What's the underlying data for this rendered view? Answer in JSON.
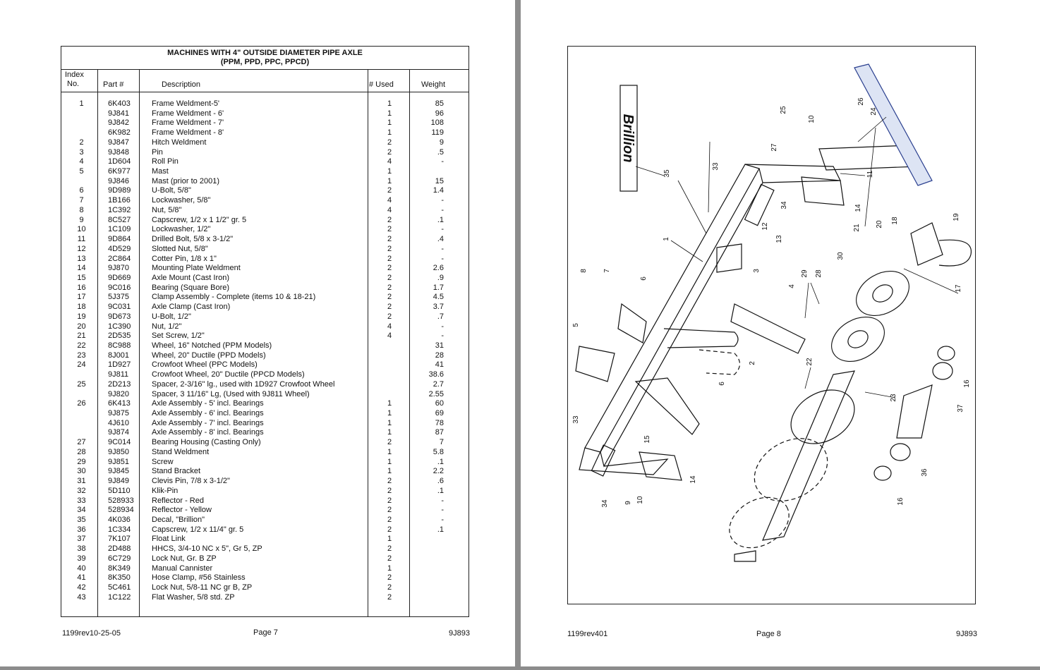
{
  "left_page": {
    "table": {
      "title": "MACHINES WITH 4\" OUTSIDE DIAMETER PIPE AXLE",
      "subtitle": "(PPM, PPD, PPC, PPCD)",
      "headers": {
        "index_line1": "Index",
        "index_line2": "No.",
        "part": "Part #",
        "description": "Description",
        "used": "# Used",
        "weight": "Weight"
      },
      "rows": [
        [
          "1",
          "6K403",
          "Frame Weldment-5'",
          "1",
          "85"
        ],
        [
          "",
          "9J841",
          "Frame Weldment - 6'",
          "1",
          "96"
        ],
        [
          "",
          "9J842",
          "Frame Weldment - 7'",
          "1",
          "108"
        ],
        [
          "",
          "6K982",
          "Frame Weldment - 8'",
          "1",
          "119"
        ],
        [
          "2",
          "9J847",
          "Hitch Weldment",
          "2",
          "9"
        ],
        [
          "3",
          "9J848",
          "Pin",
          "2",
          ".5"
        ],
        [
          "4",
          "1D604",
          "Roll Pin",
          "4",
          "-"
        ],
        [
          "5",
          "6K977",
          "Mast",
          "1",
          ""
        ],
        [
          "",
          "9J846",
          "Mast (prior to 2001)",
          "1",
          "15"
        ],
        [
          "6",
          "9D989",
          "U-Bolt, 5/8\"",
          "2",
          "1.4"
        ],
        [
          "7",
          "1B166",
          "Lockwasher, 5/8\"",
          "4",
          "-"
        ],
        [
          "8",
          "1C392",
          "Nut, 5/8\"",
          "4",
          "-"
        ],
        [
          "9",
          "8C527",
          "Capscrew, 1/2 x 1 1/2\" gr. 5",
          "2",
          ".1"
        ],
        [
          "10",
          "1C109",
          "Lockwasher, 1/2\"",
          "2",
          "-"
        ],
        [
          "11",
          "9D864",
          "Drilled Bolt, 5/8 x 3-1/2\"",
          "2",
          ".4"
        ],
        [
          "12",
          "4D529",
          "Slotted Nut, 5/8\"",
          "2",
          "-"
        ],
        [
          "13",
          "2C864",
          "Cotter Pin, 1/8 x 1\"",
          "2",
          "-"
        ],
        [
          "14",
          "9J870",
          "Mounting Plate Weldment",
          "2",
          "2.6"
        ],
        [
          "15",
          "9D669",
          "Axle Mount (Cast Iron)",
          "2",
          ".9"
        ],
        [
          "16",
          "9C016",
          "Bearing (Square Bore)",
          "2",
          "1.7"
        ],
        [
          "17",
          "5J375",
          "Clamp Assembly - Complete (items 10 & 18-21)",
          "2",
          "4.5"
        ],
        [
          "18",
          "9C031",
          "Axle Clamp (Cast Iron)",
          "2",
          "3.7"
        ],
        [
          "19",
          "9D673",
          "U-Bolt, 1/2\"",
          "2",
          ".7"
        ],
        [
          "20",
          "1C390",
          "Nut, 1/2\"",
          "4",
          "-"
        ],
        [
          "21",
          "2D535",
          "Set Screw, 1/2\"",
          "4",
          "-"
        ],
        [
          "22",
          "8C988",
          "Wheel, 16\" Notched (PPM Models)",
          "",
          "31"
        ],
        [
          "23",
          "8J001",
          "Wheel, 20\" Ductile (PPD Models)",
          "",
          "28"
        ],
        [
          "24",
          "1D927",
          "Crowfoot Wheel (PPC Models)",
          "",
          "41"
        ],
        [
          "",
          "9J811",
          "Crowfoot Wheel, 20\" Ductile (PPCD Models)",
          "",
          "38.6"
        ],
        [
          "25",
          "2D213",
          "Spacer, 2-3/16\" lg., used with 1D927 Crowfoot Wheel",
          "",
          "2.7"
        ],
        [
          "",
          "9J820",
          "Spacer, 3 11/16\" Lg, (Used with 9J811 Wheel)",
          "",
          "2.55"
        ],
        [
          "26",
          "6K413",
          "Axle Assembly - 5' incl. Bearings",
          "1",
          "60"
        ],
        [
          "",
          "9J875",
          "Axle Assembly - 6' incl. Bearings",
          "1",
          "69"
        ],
        [
          "",
          "4J610",
          "Axle Assembly - 7' incl. Bearings",
          "1",
          "78"
        ],
        [
          "",
          "9J874",
          "Axle Assembly - 8' incl. Bearings",
          "1",
          "87"
        ],
        [
          "27",
          "9C014",
          "Bearing Housing (Casting Only)",
          "2",
          "7"
        ],
        [
          "28",
          "9J850",
          "Stand Weldment",
          "1",
          "5.8"
        ],
        [
          "29",
          "9J851",
          "Screw",
          "1",
          ".1"
        ],
        [
          "30",
          "9J845",
          "Stand Bracket",
          "1",
          "2.2"
        ],
        [
          "31",
          "9J849",
          "Clevis Pin, 7/8 x 3-1/2\"",
          "2",
          ".6"
        ],
        [
          "32",
          "5D110",
          "Klik-Pin",
          "2",
          ".1"
        ],
        [
          "33",
          "528933",
          "Reflector - Red",
          "2",
          "-"
        ],
        [
          "34",
          "528934",
          "Reflector - Yellow",
          "2",
          "-"
        ],
        [
          "35",
          "4K036",
          "Decal, \"Brillion\"",
          "2",
          "-"
        ],
        [
          "36",
          "1C334",
          "Capscrew, 1/2 x 11/4\" gr. 5",
          "2",
          ".1"
        ],
        [
          "37",
          "7K107",
          "Float Link",
          "1",
          ""
        ],
        [
          "38",
          "2D488",
          "HHCS, 3/4-10 NC x 5\", Gr 5,  ZP",
          "2",
          ""
        ],
        [
          "39",
          "6C729",
          "Lock Nut, Gr. B  ZP",
          "2",
          ""
        ],
        [
          "40",
          "8K349",
          "Manual Cannister",
          "1",
          ""
        ],
        [
          "41",
          "8K350",
          "Hose Clamp, #56 Stainless",
          "2",
          ""
        ],
        [
          "42",
          "5C461",
          "Lock Nut, 5/8-11 NC gr B, ZP",
          "2",
          ""
        ],
        [
          "43",
          "1C122",
          "Flat Washer, 5/8 std. ZP",
          "2",
          ""
        ]
      ]
    },
    "footer": {
      "left": "1199rev10-25-05",
      "center": "Page 7",
      "right": "9J893"
    }
  },
  "right_page": {
    "diagram": {
      "logo_text": "Brillion",
      "callouts": [
        "35",
        "33",
        "27",
        "25",
        "10",
        "26",
        "24",
        "11",
        "14",
        "34",
        "12",
        "13",
        "1",
        "21",
        "20",
        "18",
        "19",
        "30",
        "17",
        "8",
        "7",
        "6",
        "3",
        "4",
        "29",
        "28",
        "5",
        "2",
        "22",
        "6",
        "23",
        "16",
        "37",
        "33",
        "15",
        "14",
        "9",
        "10",
        "34",
        "36",
        "16"
      ]
    },
    "footer": {
      "left": "1199rev401",
      "center": "Page  8",
      "right": "9J893"
    }
  }
}
